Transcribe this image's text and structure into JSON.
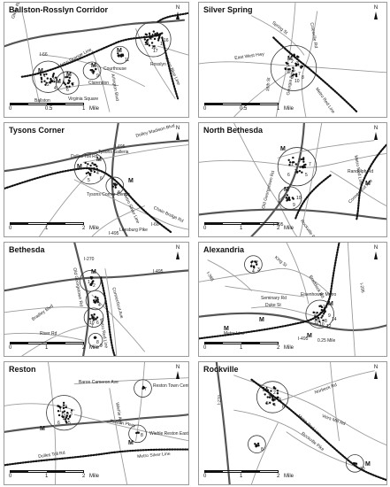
{
  "figure": {
    "panels": [
      {
        "id": "ballston",
        "title": "Ballston-Rosslyn Corridor",
        "north": "N",
        "scale": {
          "ticks": [
            "0",
            "0.5",
            "1"
          ],
          "unit": "Mile"
        },
        "markers": [
          "M",
          "M",
          "M",
          "M",
          "M",
          "M"
        ],
        "labels": [
          "I-66",
          "Glebe Rd",
          "Metro Orange Line",
          "Courthouse",
          "Rosslyn",
          "Clarendon",
          "Virginia Square",
          "Ballston",
          "Arlington Blvd",
          "Metro Blue Line"
        ],
        "numbers": [
          "1",
          "2",
          "3",
          "4",
          "5",
          "6",
          "7",
          "8",
          "9",
          "10",
          "11",
          "12",
          "13",
          "14",
          "15",
          "16",
          "17",
          "18"
        ]
      },
      {
        "id": "silver-spring",
        "title": "Silver Spring",
        "north": "N",
        "scale": {
          "ticks": [
            "0",
            "0.5",
            "1"
          ],
          "unit": "Mile"
        },
        "markers": [
          "M"
        ],
        "labels": [
          "East West Hwy",
          "Colesville Rd",
          "16th St",
          "Georgia Ave",
          "Metro Red Line",
          "Spring St"
        ],
        "numbers": [
          "1",
          "2",
          "3",
          "4",
          "5",
          "6",
          "7",
          "8",
          "9",
          "10"
        ]
      },
      {
        "id": "tysons",
        "title": "Tysons Corner",
        "north": "N",
        "scale": {
          "ticks": [
            "0",
            "1",
            "2"
          ],
          "unit": "Mile"
        },
        "markers": [
          "M",
          "M",
          "M"
        ],
        "labels": [
          "Dulles Toll Rd",
          "I-495",
          "Dolley Madison Blvd",
          "Tysons Galleria",
          "Tysons Corner Center",
          "Metro Silver Line",
          "Leesburg Pike",
          "I-66",
          "Chain Bridge Rd",
          "I-495"
        ],
        "numbers": [
          "1",
          "2",
          "3",
          "4",
          "5",
          "6",
          "7",
          "8"
        ]
      },
      {
        "id": "north-bethesda",
        "title": "North Bethesda",
        "north": "N",
        "scale": {
          "ticks": [
            "0",
            "1",
            "2"
          ],
          "unit": "Mile"
        },
        "markers": [
          "M",
          "M",
          "M"
        ],
        "labels": [
          "Randolph Rd",
          "Old Georgetown Rd",
          "I-270",
          "Rockville Pike",
          "Connecticut Ave",
          "I-495",
          "Metro Red Line"
        ],
        "numbers": [
          "1",
          "2",
          "3",
          "4",
          "5",
          "6",
          "7",
          "8",
          "9",
          "10"
        ]
      },
      {
        "id": "bethesda",
        "title": "Bethesda",
        "north": "N",
        "scale": {
          "ticks": [
            "0",
            "1",
            "2"
          ],
          "unit": "Mile"
        },
        "markers": [
          "M"
        ],
        "labels": [
          "I-270",
          "I-495",
          "Old Georgetown Rd",
          "Connecticut Ave",
          "Bradley Blvd",
          "River Rd",
          "Metro Red Line"
        ],
        "numbers": [
          "1",
          "2",
          "3",
          "4",
          "5",
          "6",
          "7",
          "8",
          "9",
          "10"
        ]
      },
      {
        "id": "alexandria",
        "title": "Alexandria",
        "north": "N",
        "scale": {
          "ticks": [
            "0",
            "1",
            "2"
          ],
          "unit": "Mile"
        },
        "markers": [
          "M",
          "M",
          "M",
          "M"
        ],
        "labels": [
          "I-395",
          "King St",
          "Seminary Rd",
          "Braddock Rd",
          "Duke St",
          "Eisenhower Metro",
          "Metro Line",
          "I-495",
          "0.25 Mile",
          "I-295"
        ],
        "numbers": [
          "1",
          "2",
          "3",
          "4",
          "5",
          "6",
          "7",
          "8",
          "9",
          "10",
          "11",
          "12",
          "13",
          "14"
        ]
      },
      {
        "id": "reston",
        "title": "Reston",
        "north": "N",
        "scale": {
          "ticks": [
            "0",
            "1",
            "2"
          ],
          "unit": "Mile"
        },
        "markers": [
          "M",
          "M"
        ],
        "labels": [
          "Dulles Toll Rd",
          "Baron Cameron Ave",
          "Reston Pkwy",
          "Wiehle Ave",
          "Metro Silver Line",
          "Reston Town Center",
          "Wiehle Reston East"
        ],
        "numbers": [
          "1",
          "2",
          "3",
          "4",
          "5",
          "6",
          "7",
          "8",
          "9",
          "10"
        ]
      },
      {
        "id": "rockville",
        "title": "Rockville",
        "north": "N",
        "scale": {
          "ticks": [
            "0",
            "1",
            "2"
          ],
          "unit": "Mile"
        },
        "markers": [
          "M",
          "M"
        ],
        "labels": [
          "Norbeck Rd",
          "Veirs Mill Rd",
          "I-270",
          "Metro Red Line",
          "Rockville Pike"
        ],
        "numbers": [
          "1",
          "2",
          "3",
          "4",
          "5",
          "6",
          "7",
          "8",
          "9",
          "10"
        ]
      }
    ]
  }
}
